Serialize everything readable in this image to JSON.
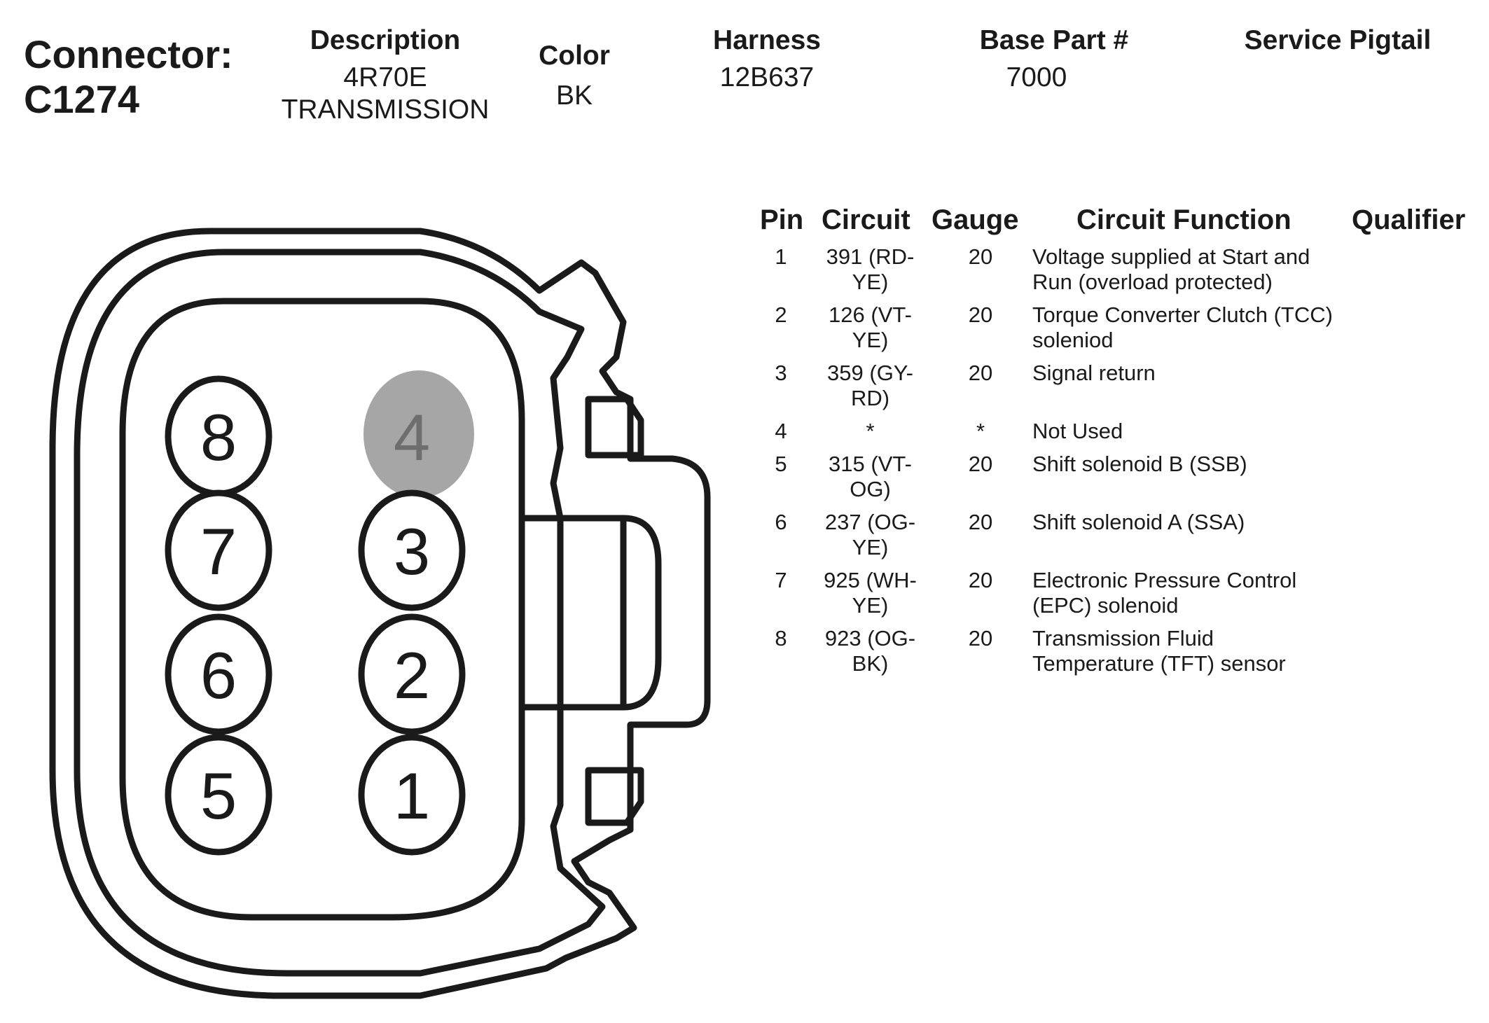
{
  "connector": {
    "title_line1": "Connector:",
    "title_line2": "C1274"
  },
  "header": {
    "description": {
      "label": "Description",
      "value_line1": "4R70E",
      "value_line2": "TRANSMISSION"
    },
    "color": {
      "label": "Color",
      "value": "BK"
    },
    "harness": {
      "label": "Harness",
      "value": "12B637"
    },
    "base_part": {
      "label": "Base Part #",
      "value": "7000"
    },
    "service_pigtail": {
      "label": "Service Pigtail",
      "value": ""
    }
  },
  "table": {
    "headers": {
      "pin": "Pin",
      "circuit": "Circuit",
      "gauge": "Gauge",
      "function": "Circuit Function",
      "qualifier": "Qualifier"
    },
    "rows": [
      {
        "pin": "1",
        "circuit_l1": "391 (RD-",
        "circuit_l2": "YE)",
        "gauge": "20",
        "func_l1": "Voltage supplied at Start and",
        "func_l2": "Run (overload protected)"
      },
      {
        "pin": "2",
        "circuit_l1": "126 (VT-",
        "circuit_l2": "YE)",
        "gauge": "20",
        "func_l1": "Torque Converter Clutch (TCC)",
        "func_l2": "soleniod"
      },
      {
        "pin": "3",
        "circuit_l1": "359 (GY-",
        "circuit_l2": "RD)",
        "gauge": "20",
        "func_l1": "Signal return",
        "func_l2": ""
      },
      {
        "pin": "4",
        "circuit_l1": "*",
        "circuit_l2": "",
        "gauge": "*",
        "func_l1": "Not Used",
        "func_l2": ""
      },
      {
        "pin": "5",
        "circuit_l1": "315 (VT-",
        "circuit_l2": "OG)",
        "gauge": "20",
        "func_l1": "Shift solenoid B (SSB)",
        "func_l2": ""
      },
      {
        "pin": "6",
        "circuit_l1": "237 (OG-",
        "circuit_l2": "YE)",
        "gauge": "20",
        "func_l1": "Shift solenoid A (SSA)",
        "func_l2": ""
      },
      {
        "pin": "7",
        "circuit_l1": "925 (WH-",
        "circuit_l2": "YE)",
        "gauge": "20",
        "func_l1": "Electronic Pressure Control",
        "func_l2": "(EPC) solenoid"
      },
      {
        "pin": "8",
        "circuit_l1": "923 (OG-",
        "circuit_l2": "BK)",
        "gauge": "20",
        "func_l1": "Transmission Fluid",
        "func_l2": "Temperature (TFT) sensor"
      }
    ]
  },
  "diagram": {
    "pins": {
      "p1": "1",
      "p2": "2",
      "p3": "3",
      "p4": "4",
      "p5": "5",
      "p6": "6",
      "p7": "7",
      "p8": "8"
    },
    "unused_pin": "4",
    "colors": {
      "stroke": "#1a1a1a",
      "unused_fill": "#a6a6a6",
      "unused_text": "#6e6e6e"
    }
  }
}
